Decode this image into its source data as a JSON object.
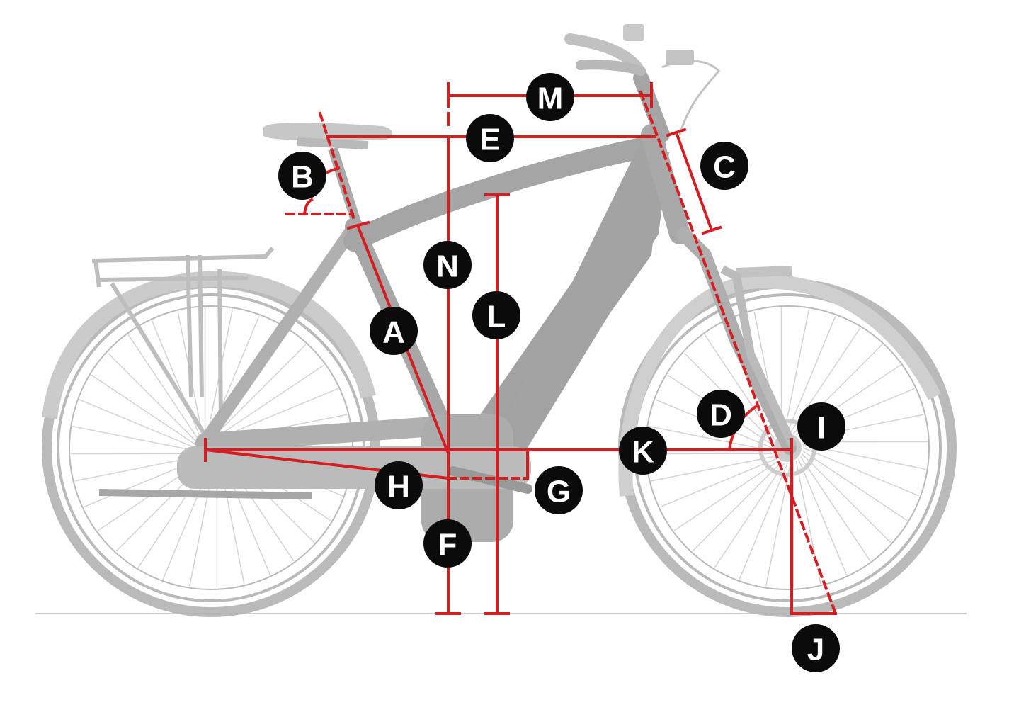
{
  "diagram": {
    "subject": "bicycle geometry",
    "colors": {
      "dimension": "#d41e22",
      "badge": "#0b0b0b",
      "badge_text": "#ffffff",
      "bike": "#b3b3b3",
      "ground": "#cccccc"
    },
    "labels": {
      "A": "A",
      "B": "B",
      "C": "C",
      "D": "D",
      "E": "E",
      "F": "F",
      "G": "G",
      "H": "H",
      "I": "I",
      "J": "J",
      "K": "K",
      "L": "L",
      "M": "M",
      "N": "N"
    }
  }
}
